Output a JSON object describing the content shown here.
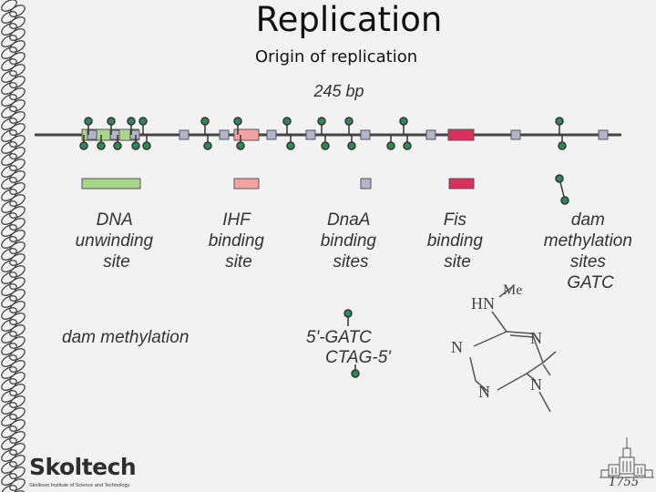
{
  "slide": {
    "title": "Replication",
    "subtitle": "Origin of replication"
  },
  "diagram": {
    "scale_label": "245 bp",
    "legend": [
      {
        "id": "dna-unwinding",
        "lines": [
          "DNA",
          "unwinding",
          "site"
        ],
        "color": "#a8d58a"
      },
      {
        "id": "ihf",
        "lines": [
          "IHF",
          "binding",
          "site"
        ],
        "color": "#f4a3a0"
      },
      {
        "id": "dnaa",
        "lines": [
          "DnaA",
          "binding",
          "sites"
        ],
        "color": "#b4b4cc"
      },
      {
        "id": "fis",
        "lines": [
          "Fis",
          "binding",
          "site"
        ],
        "color": "#d9305c"
      },
      {
        "id": "dam",
        "lines": [
          "dam",
          "methylation",
          "sites",
          "GATC"
        ],
        "color": "#2a8a5a"
      }
    ],
    "methylation": {
      "label": "dam methylation",
      "top_strand": "5'-GATC",
      "bottom_strand": "CTAG-5'"
    },
    "molecule": {
      "atoms": [
        "HN",
        "Me",
        "N",
        "N",
        "N",
        "N"
      ]
    }
  },
  "logo": {
    "name": "Skoltech",
    "subtitle": "Skolkovo Institute of Science and Technology"
  },
  "crest": {
    "year": "1755"
  }
}
